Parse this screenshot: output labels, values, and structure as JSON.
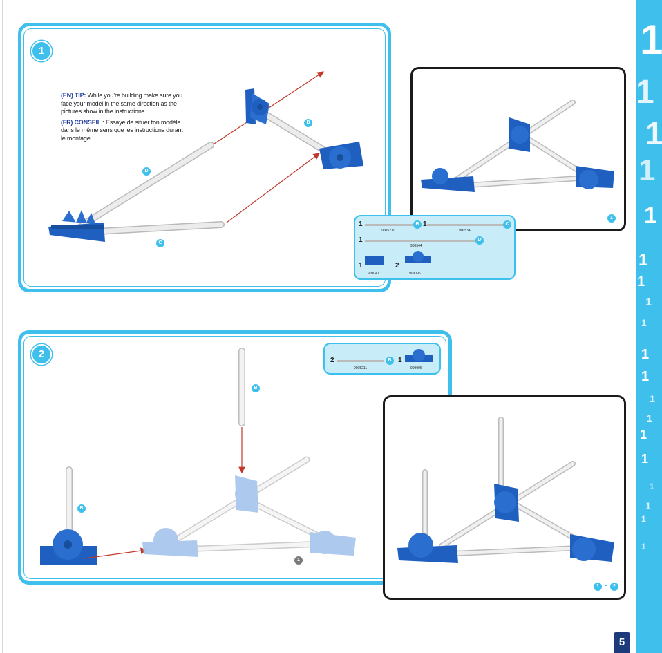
{
  "page_number": "5",
  "side_strip_glyph": "1",
  "steps": [
    {
      "number": "1",
      "tip_en_label": "(EN) TIP:",
      "tip_en_text": " While you’re building make sure you face your model in the same direction as the pictures show in the instructions.",
      "tip_fr_label": "(FR) CONSEIL",
      "tip_fr_text": " : Essaye de situer ton modèle dans le même sens que les instructions durant le montage.",
      "callouts": [
        "B",
        "D",
        "C"
      ],
      "result_callout": "1",
      "parts": [
        {
          "qty": "1",
          "code": "9005211",
          "part": "B"
        },
        {
          "qty": "1",
          "code": "900534",
          "part": "C"
        },
        {
          "qty": "1",
          "code": "900544",
          "part": "D"
        },
        {
          "qty": "1",
          "code": "909047",
          "part": ""
        },
        {
          "qty": "2",
          "code": "909096",
          "part": ""
        }
      ]
    },
    {
      "number": "2",
      "callouts": [
        "B",
        "B",
        "1"
      ],
      "result_callout_from": "1",
      "result_callout_sep": "-",
      "result_callout_to": "2",
      "parts": [
        {
          "qty": "2",
          "code": "9005211",
          "part": "B"
        },
        {
          "qty": "1",
          "code": "909096",
          "part": ""
        }
      ]
    }
  ],
  "colors": {
    "accent": "#3fc0ec",
    "connector_blue": "#1e5fbf",
    "connector_light": "#a9c8ee",
    "rod": "#e4e4e4",
    "arrow": "#c0392b",
    "parts_bg": "#c9ecf9",
    "page_badge": "#1d3b7a"
  }
}
